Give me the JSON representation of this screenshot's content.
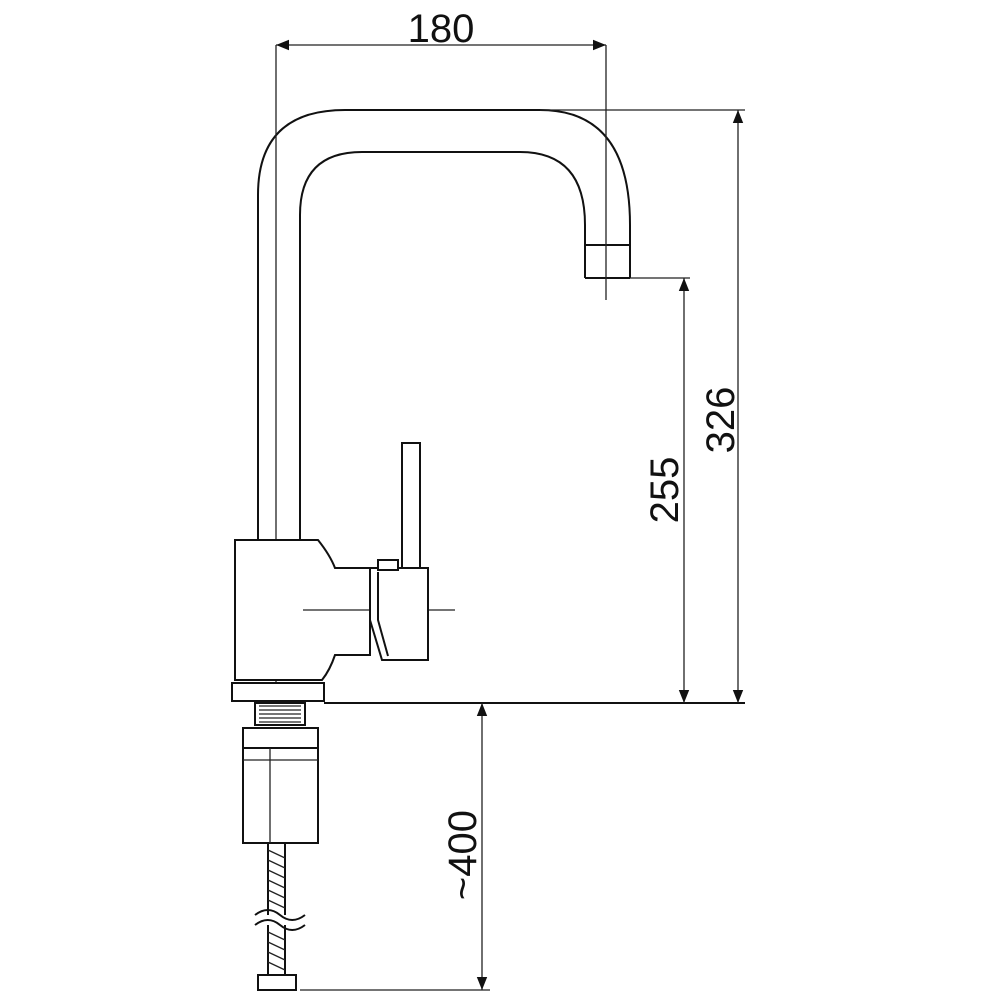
{
  "drawing": {
    "subject": "faucet-side-elevation",
    "line_color": "#111111",
    "background": "#ffffff"
  },
  "dimensions": {
    "width": "180",
    "height_total": "326",
    "height_spout": "255",
    "hose_length": "~400"
  }
}
